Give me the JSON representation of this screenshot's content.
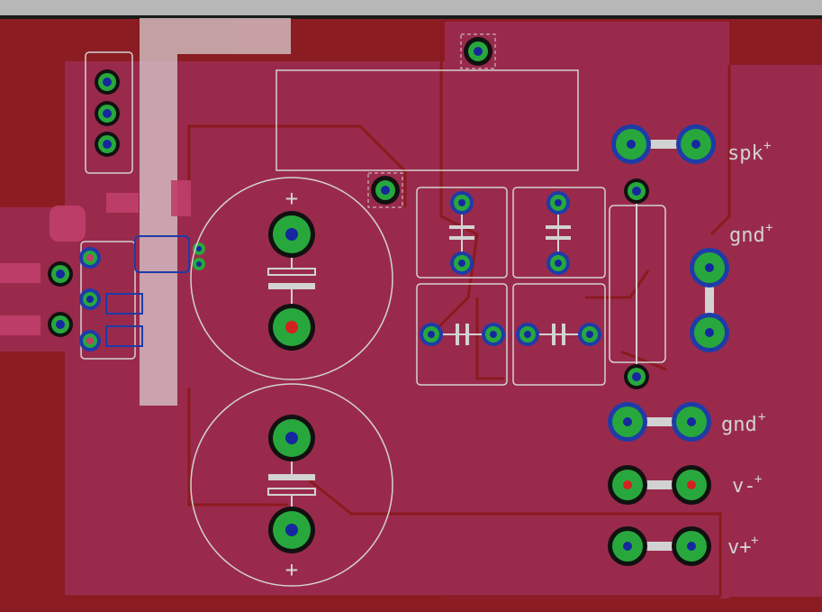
{
  "colors": {
    "background": "#8b1c22",
    "top_strip": "#b7b7b7",
    "pour": "#9a2a4c",
    "trace": "#8b1a1e",
    "silk": "#d2d2d2",
    "pad_green": "#28a83c",
    "via_blue": "#1e3ca8",
    "drill": "#1628a0",
    "highlight": "#d9cccf"
  },
  "labels": {
    "spk": "spk",
    "gnd_top": "gnd",
    "gnd_bottom": "gnd",
    "v_minus": "v-",
    "v_plus": "v+",
    "plus_sign": "+"
  },
  "components": {
    "cap_top_polarity": "+",
    "cap_bottom_polarity": "+"
  }
}
